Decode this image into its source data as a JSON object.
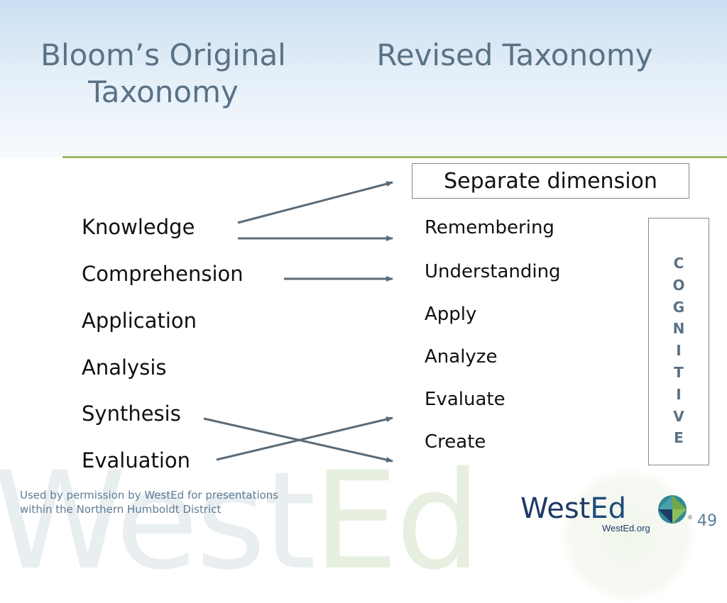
{
  "slide": {
    "title_left": "Bloom’s Original Taxonomy",
    "title_right": "Revised Taxonomy"
  },
  "original": {
    "items": [
      "Knowledge",
      "Comprehension",
      "Application",
      "Analysis",
      "Synthesis",
      "Evaluation"
    ]
  },
  "revised": {
    "separate_dimension": "Separate dimension",
    "items": [
      "Remembering",
      "Understanding",
      "Apply",
      "Analyze",
      "Evaluate",
      "Create"
    ]
  },
  "cognitive": {
    "letters": [
      "C",
      "O",
      "G",
      "N",
      "I",
      "T",
      "I",
      "V",
      "E"
    ]
  },
  "footer": {
    "watermark_a": "West",
    "watermark_b": "Ed",
    "note_line1": "Used by permission by WestEd for presentations",
    "note_line2": "within the Northern Humboldt District",
    "logo_west": "West",
    "logo_ed": "Ed",
    "logo_dot": "®",
    "logo_url": "WestEd.org",
    "page_number": "49"
  },
  "colors": {
    "title": "#5a7286",
    "accent_line": "#9dba6a",
    "arrow": "#5b6b78",
    "logo_navy": "#1e3a66",
    "globe_green": "#6fa845",
    "globe_teal": "#2f8a93"
  }
}
